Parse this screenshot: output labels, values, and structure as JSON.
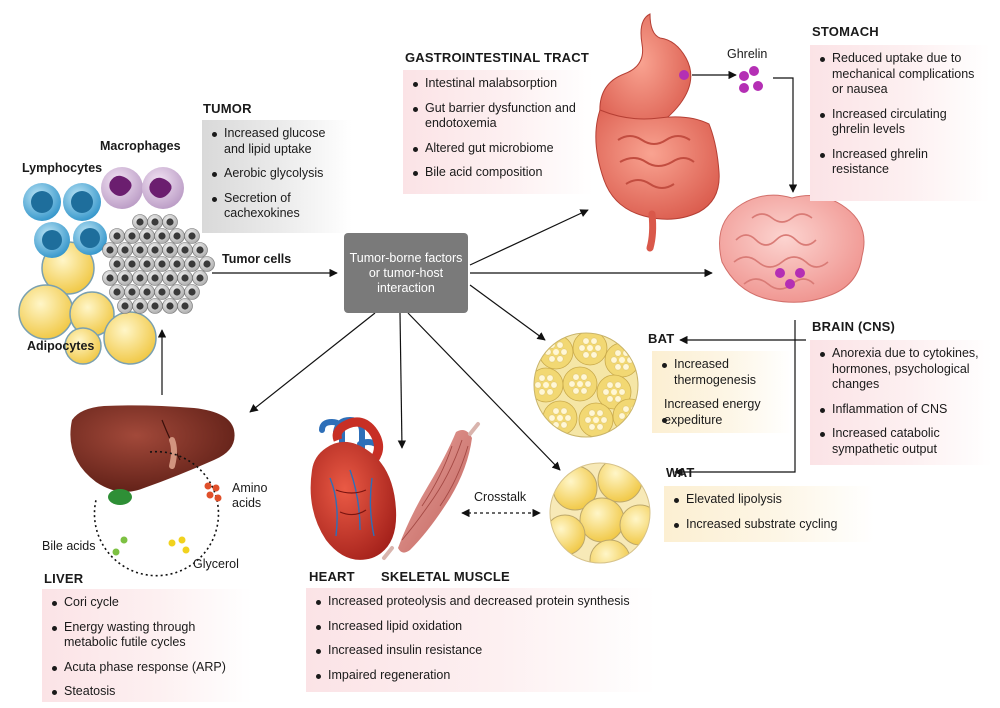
{
  "center": {
    "text": "Tumor-borne factors or tumor-host interaction"
  },
  "tumor": {
    "title": "TUMOR",
    "items": [
      "Increased glucose and lipid uptake",
      "Aerobic glycolysis",
      "Secretion of cachexokines"
    ],
    "cells": {
      "macrophages": "Macrophages",
      "lymphocytes": "Lymphocytes",
      "tumor_cells": "Tumor cells",
      "adipocytes": "Adipocytes"
    }
  },
  "gi": {
    "title": "GASTROINTESTINAL TRACT",
    "items": [
      "Intestinal malabsorption",
      "Gut barrier dysfunction and endotoxemia",
      "Altered gut microbiome",
      "Bile acid composition"
    ]
  },
  "stomach": {
    "title": "STOMACH",
    "ghrelin": "Ghrelin",
    "items": [
      "Reduced uptake due to mechanical complications or nausea",
      "Increased circulating ghrelin levels",
      "Increased ghrelin resistance"
    ]
  },
  "bat": {
    "title": "BAT",
    "items": [
      "Increased thermogenesis",
      "Increased energy expediture"
    ]
  },
  "brain": {
    "title": "BRAIN (CNS)",
    "items": [
      "Anorexia due to cytokines, hormones, psychological changes",
      "Inflammation of CNS",
      "Increased catabolic sympathetic output"
    ]
  },
  "wat": {
    "title": "WAT",
    "items": [
      "Elevated lipolysis",
      "Increased substrate cycling"
    ]
  },
  "liver": {
    "title": "LIVER",
    "labels": {
      "amino_acids": "Amino acids",
      "bile_acids": "Bile acids",
      "glycerol": "Glycerol"
    },
    "items": [
      "Cori cycle",
      "Energy wasting through metabolic futile cycles",
      "Acuta phase response (ARP)",
      "Steatosis"
    ]
  },
  "heart_muscle": {
    "heart_title": "HEART",
    "muscle_title": "SKELETAL MUSCLE",
    "crosstalk": "Crosstalk",
    "items": [
      "Increased proteolysis and decreased protein synthesis",
      "Increased lipid oxidation",
      "Increased insulin resistance",
      "Impaired regeneration"
    ]
  },
  "colors": {
    "pink_bg": "#fbe3e6",
    "cream_bg": "#fcefd2",
    "grey_bg": "#d9d9d9",
    "center_box": "#7a7a7a",
    "ghrelin": "#b42fb4"
  }
}
